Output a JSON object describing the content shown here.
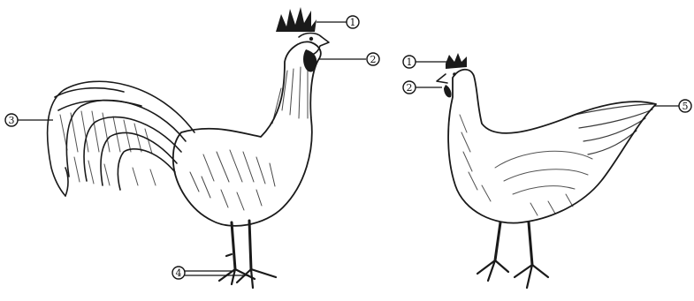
{
  "figures": [
    {
      "subject": "rooster",
      "callouts": [
        {
          "number": "1"
        },
        {
          "number": "2"
        },
        {
          "number": "3"
        },
        {
          "number": "4"
        }
      ]
    },
    {
      "subject": "hen",
      "callouts": [
        {
          "number": "1"
        },
        {
          "number": "2"
        },
        {
          "number": "5"
        }
      ]
    }
  ]
}
